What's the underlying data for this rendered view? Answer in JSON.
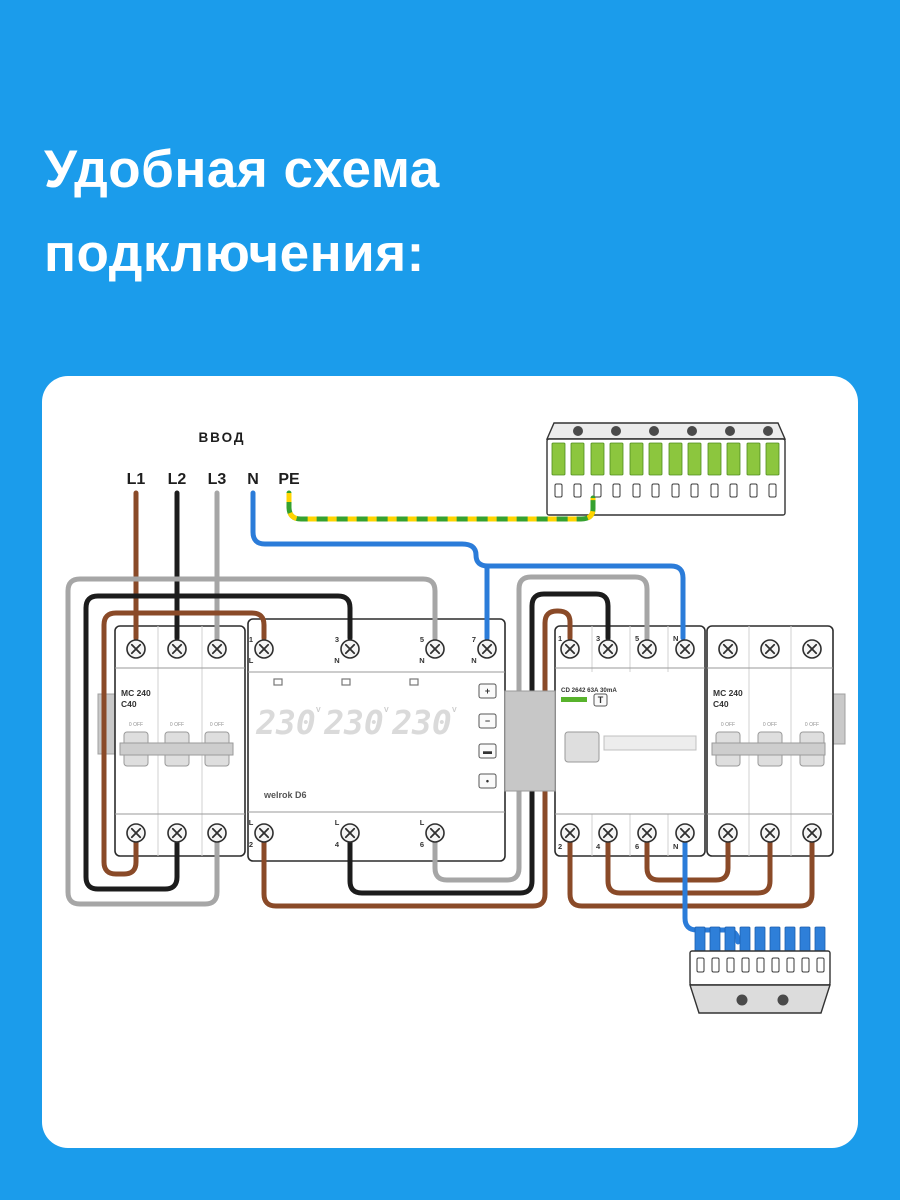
{
  "page": {
    "background_color": "#1b9ceb",
    "title_line1": "Удобная схема",
    "title_line2": "подключения:"
  },
  "diagram": {
    "input_label": "ВВОД",
    "phases": [
      "L1",
      "L2",
      "L3",
      "N",
      "PE"
    ],
    "left_breaker": {
      "model": "MC 240",
      "rating": "C40",
      "off_label": "0 OFF"
    },
    "right_breaker": {
      "model": "MC 240",
      "rating": "C40",
      "off_label": "0 OFF"
    },
    "relay": {
      "brand": "welrok D6",
      "display": {
        "values": [
          "230",
          "230",
          "230"
        ],
        "unit": "V"
      },
      "buttons": [
        "+",
        "−",
        "▬",
        "•"
      ],
      "top_terminals": [
        {
          "num": "1",
          "label": "L"
        },
        {
          "num": "3",
          "label": "N"
        },
        {
          "num": "5",
          "label": "N"
        },
        {
          "num": "7",
          "label": "N"
        }
      ],
      "bottom_terminals": [
        {
          "num": "2",
          "label": "L"
        },
        {
          "num": "4",
          "label": "L"
        },
        {
          "num": "6",
          "label": "L"
        }
      ]
    },
    "rcd": {
      "label": "CD 2642 63A 30mA",
      "test_button": "T",
      "top_terminals": [
        "1",
        "3",
        "5",
        "N"
      ],
      "bottom_terminals": [
        "2",
        "4",
        "6",
        "N"
      ]
    },
    "colors": {
      "wire_brown": "#8a4a28",
      "wire_black": "#1c1c1c",
      "wire_gray": "#a6a6a6",
      "wire_blue": "#2b7cd9",
      "wire_green": "#35a12f",
      "wire_yellow": "#ffd400",
      "terminal_green": "#8cc63e",
      "terminal_blue": "#2e7fd9"
    }
  }
}
